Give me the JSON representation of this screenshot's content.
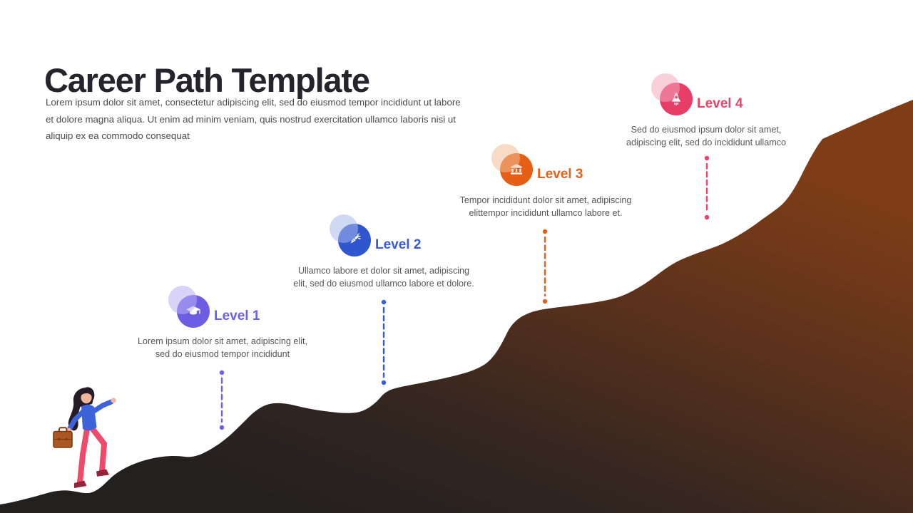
{
  "slide": {
    "title": "Career Path Template",
    "intro_lines": [
      "Lorem ipsum dolor sit amet, consectetur adipiscing elit, sed do eiusmod tempor incididunt ut labore",
      "et dolore magna aliqua. Ut enim ad minim veniam, quis nostrud exercitation ullamco laboris nisi ut",
      "aliquip ex ea commodo consequat"
    ]
  },
  "levels": [
    {
      "label": "Level 1",
      "icon": "graduation-cap-icon",
      "color": "#6D5DE4",
      "label_color": "#6C60E4",
      "desc_line1": "Lorem ipsum dolor sit amet, adipiscing elit,",
      "desc_line2": "sed do eiusmod tempor incididunt"
    },
    {
      "label": "Level 2",
      "icon": "paint-brush-icon",
      "color": "#2F55CF",
      "label_color": "#3A5BD9",
      "desc_line1": "Ullamco labore et dolor sit amet, adipiscing",
      "desc_line2": "elit, sed do eiusmod ullamco labore et dolore."
    },
    {
      "label": "Level 3",
      "icon": "bank-icon",
      "color": "#E55F17",
      "label_color": "#E8611A",
      "desc_line1": "Tempor incididunt dolor sit amet, adipiscing",
      "desc_line2": "elittempor incididunt ullamco labore et."
    },
    {
      "label": "Level 4",
      "icon": "rocket-icon",
      "color": "#E73D67",
      "label_color": "#E8436B",
      "desc_line1": "Sed do eiusmod ipsum dolor sit amet,",
      "desc_line2": "adipiscing elit, sed do incididunt ullamco"
    }
  ],
  "mountain": {
    "gradient_top_right": "#7E3D17",
    "gradient_bottom": "#232020"
  },
  "illustration": "woman-climbing-hill-with-briefcase"
}
